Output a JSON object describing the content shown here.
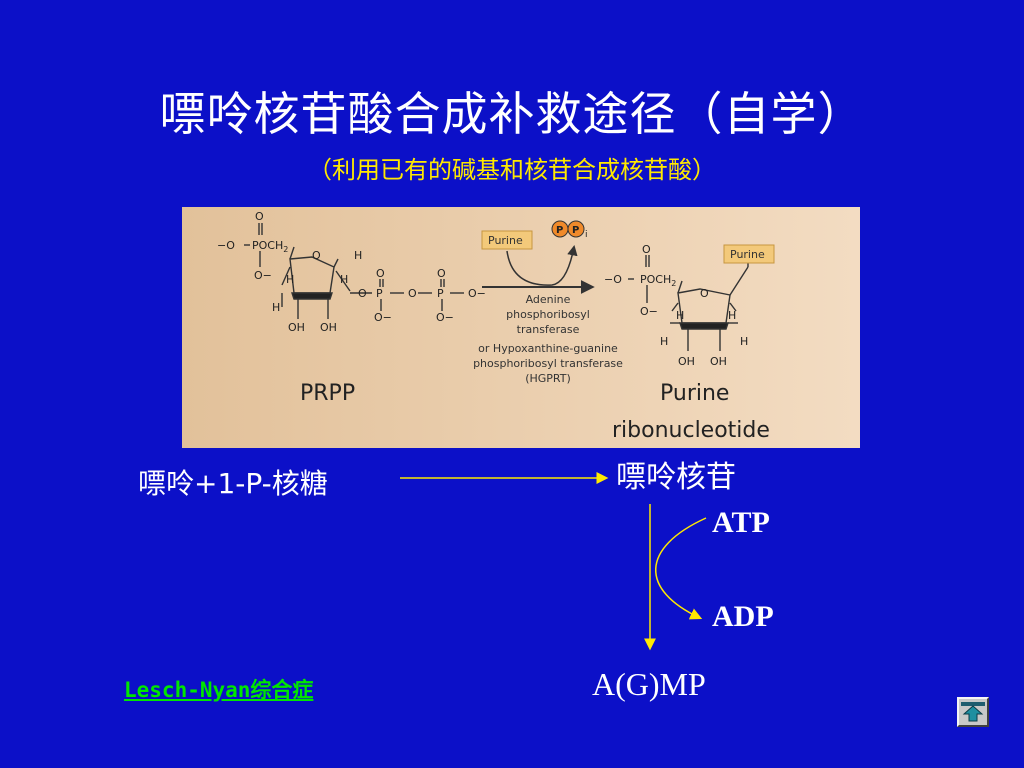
{
  "slide": {
    "title": "嘌呤核苷酸合成补救途径（自学）",
    "subtitle": "（利用已有的碱基和核苷合成核苷酸）"
  },
  "figure": {
    "left_label": "PRPP",
    "purine_box_1": "Purine",
    "p_badge": "P",
    "p_subscript": "i",
    "purine_box_2": "Purine",
    "enzyme_line_1": "Adenine",
    "enzyme_line_2": "phosphoribosyl",
    "enzyme_line_3": "transferase",
    "enzyme_line_4": "or Hypoxanthine-guanine",
    "enzyme_line_5": "phosphoribosyl transferase",
    "enzyme_line_6": "(HGPRT)",
    "right_label_1": "Purine",
    "right_label_2": "ribonucleotide",
    "atoms": {
      "O": "O",
      "H": "H",
      "OH": "OH",
      "P": "P",
      "POCH2": "POCH",
      "sub2": "2",
      "neg_O": "−O",
      "O_neg": "O−"
    }
  },
  "pathway": {
    "reactant": "嘌呤+1-P-核糖",
    "product": "嘌呤核苷",
    "atp": "ATP",
    "adp": "ADP",
    "final": "A(G)MP"
  },
  "link": {
    "text": "Lesch-Nyan综合症"
  },
  "colors": {
    "background": "#0c10c8",
    "title": "#ffffff",
    "subtitle": "#ffe900",
    "arrow": "#ffe900",
    "link": "#00e600"
  },
  "icons": {
    "home": "home-icon"
  }
}
